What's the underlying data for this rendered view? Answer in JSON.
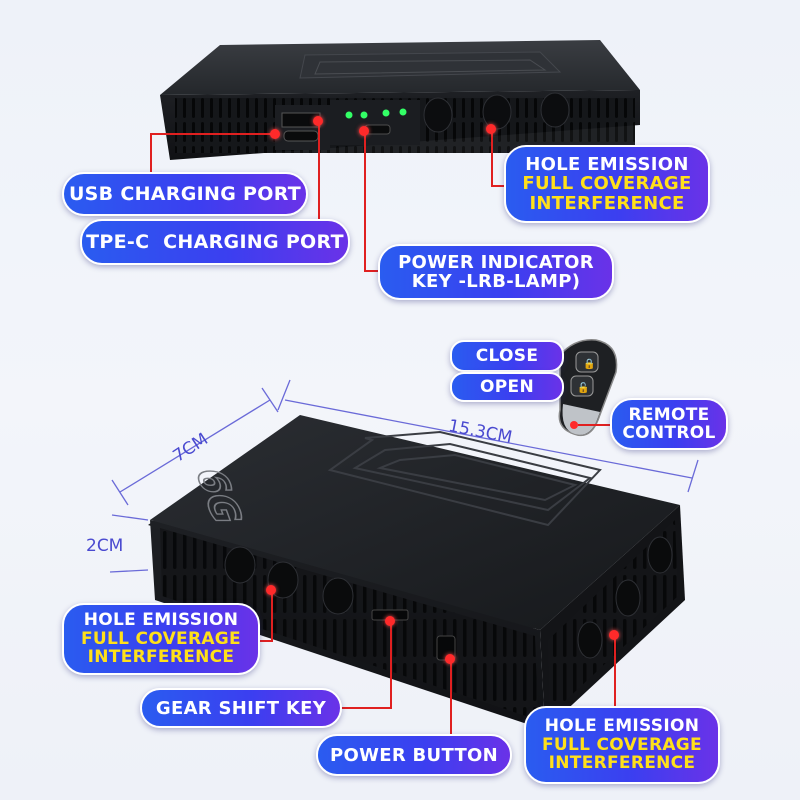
{
  "colors": {
    "label_blue": "#2a5cf0",
    "label_purple": "#6a32e8",
    "highlight_yellow": "#ffe01a",
    "leader_red": "#e02020",
    "device_black": "#1d1f22"
  },
  "top_labels": {
    "usb": "USB CHARGING PORT",
    "typec": "TPE-C  CHARGING PORT",
    "indicator_line1": "POWER INDICATOR",
    "indicator_line2": "KEY -LRB-LAMP)",
    "hole_line1": "HOLE EMISSION",
    "hole_line2": "FULL COVERAGE",
    "hole_line3": "INTERFERENCE"
  },
  "remote": {
    "close": "CLOSE",
    "open": "OPEN",
    "label_line1": "REMOTE",
    "label_line2": "CONTROL"
  },
  "dimensions": {
    "length": "15.3CM",
    "width": "7CM",
    "height": "2CM"
  },
  "device_logo": "6G",
  "bottom_labels": {
    "hole_left_line1": "HOLE EMISSION",
    "hole_left_line2": "FULL COVERAGE",
    "hole_left_line3": "INTERFERENCE",
    "gear": "GEAR SHIFT KEY",
    "power": "POWER BUTTON",
    "hole_right_line1": "HOLE EMISSION",
    "hole_right_line2": "FULL COVERAGE",
    "hole_right_line3": "INTERFERENCE"
  }
}
